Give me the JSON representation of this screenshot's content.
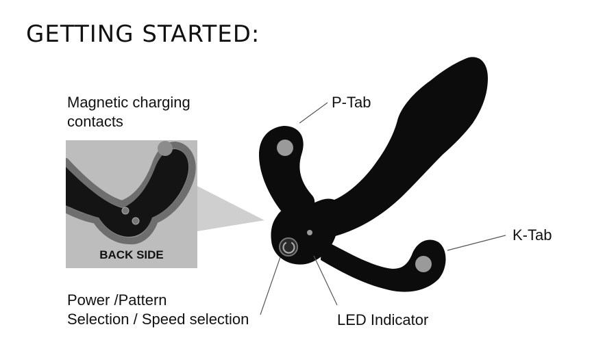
{
  "title": "GETTING STARTED:",
  "labels": {
    "charging": [
      "Magnetic charging",
      "contacts"
    ],
    "p_tab": "P-Tab",
    "k_tab": "K-Tab",
    "power": [
      "Power /Pattern",
      "Selection / Speed selection"
    ],
    "led": "LED Indicator"
  },
  "inset": {
    "caption": "BACK SIDE"
  },
  "colors": {
    "device": "#0c0c0c",
    "tab_pad": "#9a9a9a",
    "inset_bg": "#bdbdbd",
    "leader_line": "#555555"
  }
}
